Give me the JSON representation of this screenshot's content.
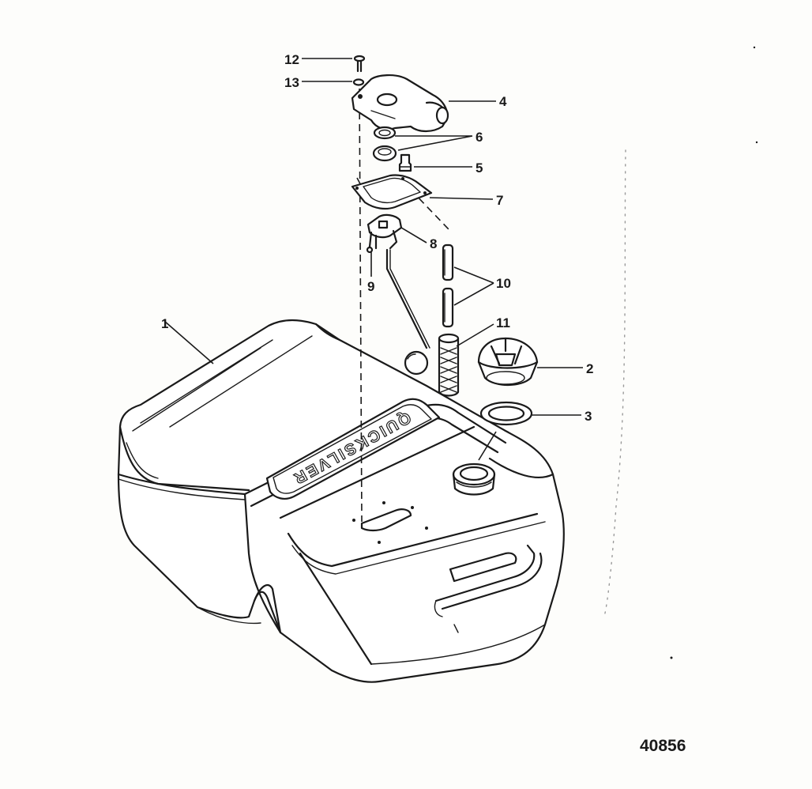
{
  "diagram": {
    "figure_id": "40856",
    "brand_text": "QUICKSILVER",
    "callouts": {
      "c1": "1",
      "c2": "2",
      "c3": "3",
      "c4": "4",
      "c5": "5",
      "c6": "6",
      "c7": "7",
      "c8": "8",
      "c9": "9",
      "c10": "10",
      "c11": "11",
      "c12": "12",
      "c13": "13"
    }
  }
}
